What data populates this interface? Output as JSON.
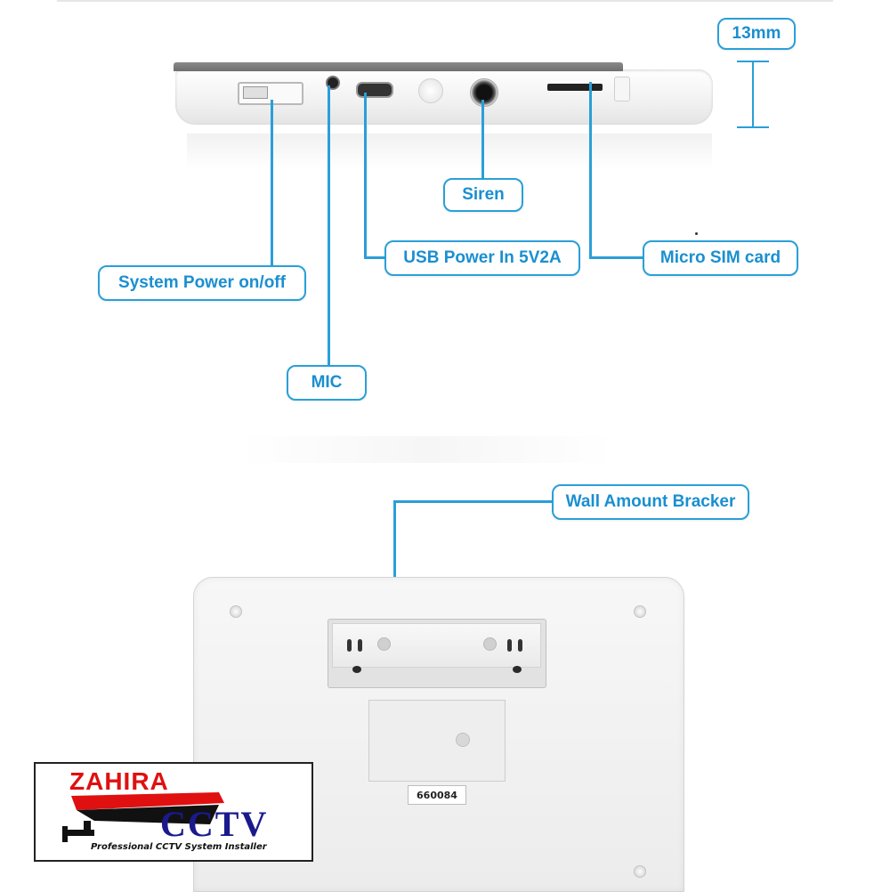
{
  "labels": {
    "dimension": "13mm",
    "siren": "Siren",
    "usb_power": "USB Power In 5V2A",
    "micro_sim": "Micro SIM card",
    "system_power": "System Power on/off",
    "mic": "MIC",
    "wall_bracket": "Wall Amount Bracker"
  },
  "back_panel": {
    "serial_label": "660084"
  },
  "logo": {
    "name": "ZAHIRA",
    "brand": "CCTV",
    "tagline": "Professional CCTV System Installer"
  },
  "colors": {
    "callout_blue": "#2a9fd8",
    "logo_red": "#e01010",
    "logo_blue": "#1a1a8c"
  }
}
